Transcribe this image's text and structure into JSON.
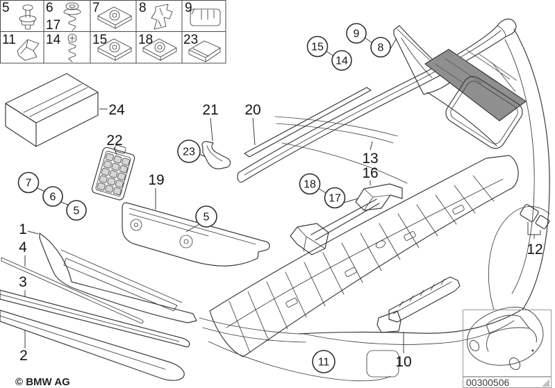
{
  "legend": {
    "cells": [
      {
        "labels": [
          "5"
        ],
        "icon": "expanding-rivet-icon"
      },
      {
        "labels": [
          "6",
          "17"
        ],
        "icon": "screw-washer-icon"
      },
      {
        "labels": [
          "7"
        ],
        "icon": "clip-nut-icon"
      },
      {
        "labels": [
          "8"
        ],
        "icon": "retainer-clip-icon"
      },
      {
        "labels": [
          "9"
        ],
        "icon": "end-cap-icon"
      },
      {
        "labels": [
          "11"
        ],
        "icon": "spring-clip-icon"
      },
      {
        "labels": [
          "14"
        ],
        "icon": "screw-icon"
      },
      {
        "labels": [
          "15"
        ],
        "icon": "clip-nut-icon"
      },
      {
        "labels": [
          "18"
        ],
        "icon": "clip-nut-icon"
      },
      {
        "labels": [
          "23"
        ],
        "icon": "cover-cap-icon"
      }
    ]
  },
  "part_labels": {
    "p1": "1",
    "p2": "2",
    "p3": "3",
    "p4": "4",
    "p10": "10",
    "p12": "12",
    "p13": "13",
    "p16": "16",
    "p19": "19",
    "p20": "20",
    "p21": "21",
    "p22": "22",
    "p24": "24"
  },
  "callouts": {
    "c7": "7",
    "c6": "6",
    "c5_left": "5",
    "c5_mid": "5",
    "c23": "23",
    "c15": "15",
    "c14": "14",
    "c9": "9",
    "c8": "8",
    "c18": "18",
    "c17": "17",
    "c11": "11"
  },
  "footer": {
    "copyright": "© BMW AG",
    "image_code": "00300506"
  }
}
